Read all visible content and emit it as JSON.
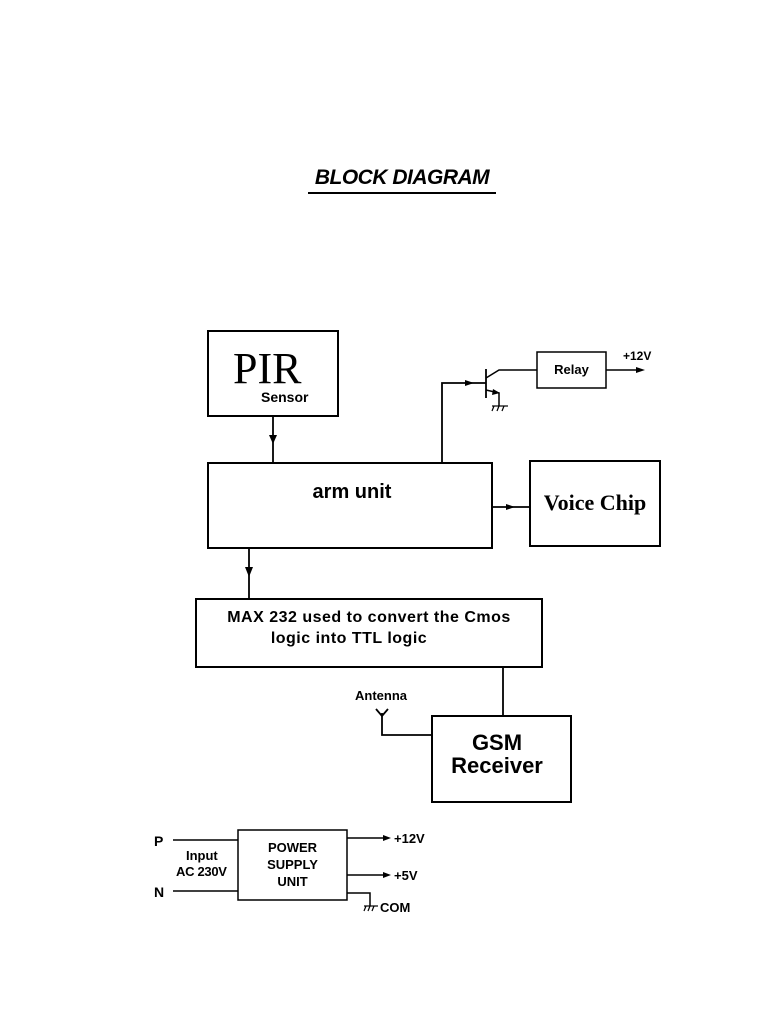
{
  "title": "BLOCK DIAGRAM",
  "blocks": {
    "pir": {
      "main": "PIR",
      "sub": "Sensor"
    },
    "arm": {
      "label": "arm unit"
    },
    "voice": {
      "label": "Voice Chip"
    },
    "max232": {
      "line1": "MAX 232 used to convert the Cmos",
      "line2": "logic into TTL logic"
    },
    "gsm": {
      "line1": "GSM",
      "line2": "Receiver"
    },
    "relay": {
      "label": "Relay"
    },
    "psu": {
      "line1": "POWER",
      "line2": "SUPPLY",
      "line3": "UNIT"
    }
  },
  "labels": {
    "relay_out": "+12V",
    "antenna": "Antenna",
    "psu_in_p": "P",
    "psu_in_n": "N",
    "psu_in_1": "Input",
    "psu_in_2": "AC 230V",
    "psu_out_12": "+12V",
    "psu_out_5": "+5V",
    "psu_out_com": "COM"
  },
  "colors": {
    "stroke": "#000000",
    "background": "#ffffff"
  }
}
